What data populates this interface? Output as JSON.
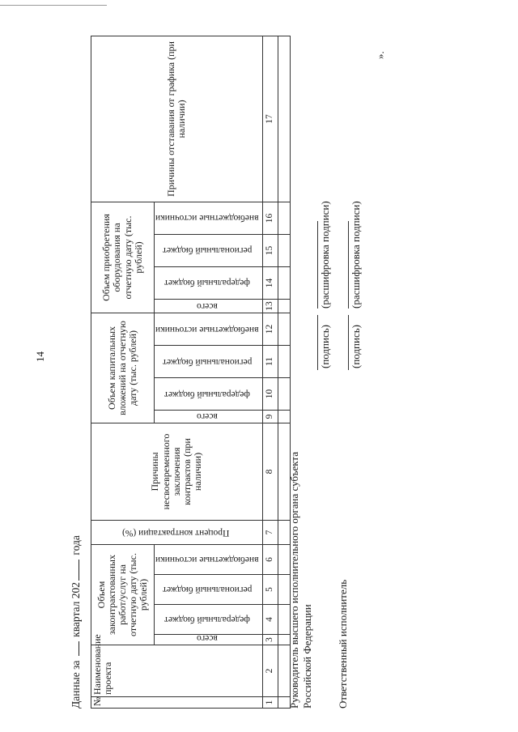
{
  "page": {
    "number": "14",
    "closing_quote": "».",
    "caption": {
      "part1": "Данные за",
      "part2": "квартал 202",
      "part3": "года"
    }
  },
  "table": {
    "headers": {
      "no": "№",
      "project": "Наименование проекта",
      "contracted_group": "Объем законтрактованных работ/услуг на отчетную дату (тыс. рублей)",
      "total": "всего",
      "federal": "федеральный бюджет",
      "regional": "региональный бюджет",
      "extrabudget": "внебюджетные источники",
      "contract_percent": "Процент контрактации (%)",
      "untimely_reasons": "Причины несвоевременного заключения контрактов (при наличии)",
      "capital_group": "Объем капитальных вложений на отчетную дату (тыс. рублей)",
      "equipment_group": "Объем приобретения оборудования на отчетную дату (тыс. рублей)",
      "delay_reasons": "Причины отставания от графика (при наличии)"
    },
    "column_numbers": [
      "1",
      "2",
      "3",
      "4",
      "5",
      "6",
      "7",
      "8",
      "9",
      "10",
      "11",
      "12",
      "13",
      "14",
      "15",
      "16",
      "17"
    ]
  },
  "signatures": {
    "head_line1": "Руководитель высшего исполнительного органа субъекта",
    "head_line2": "Российской Федерации",
    "responsible": "Ответственный исполнитель",
    "signature_label": "(подпись)",
    "decoding_label": "(расшифровка подписи)"
  }
}
